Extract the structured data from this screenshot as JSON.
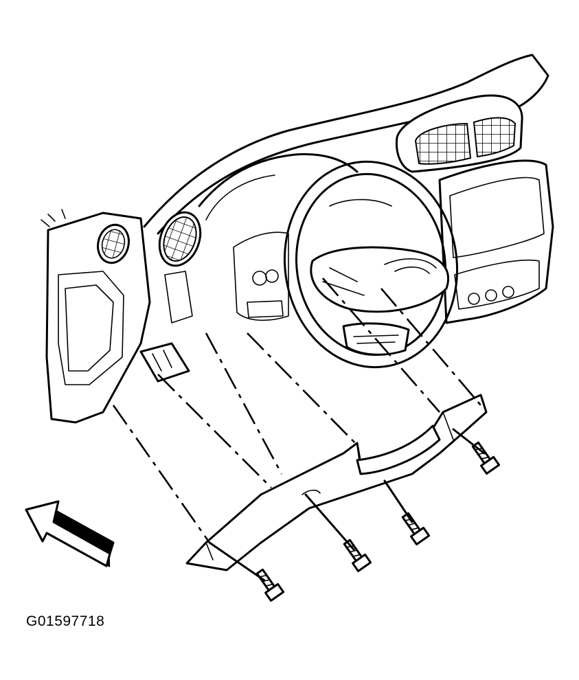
{
  "figure": {
    "id_label": "G01597718",
    "arrow_direction": "front-of-vehicle",
    "components": [
      "instrument-panel",
      "steering-wheel",
      "center-air-vents",
      "radio-bezel",
      "left-air-vent",
      "left-side-panel",
      "knee-bolster",
      "bolster-bolts"
    ]
  }
}
